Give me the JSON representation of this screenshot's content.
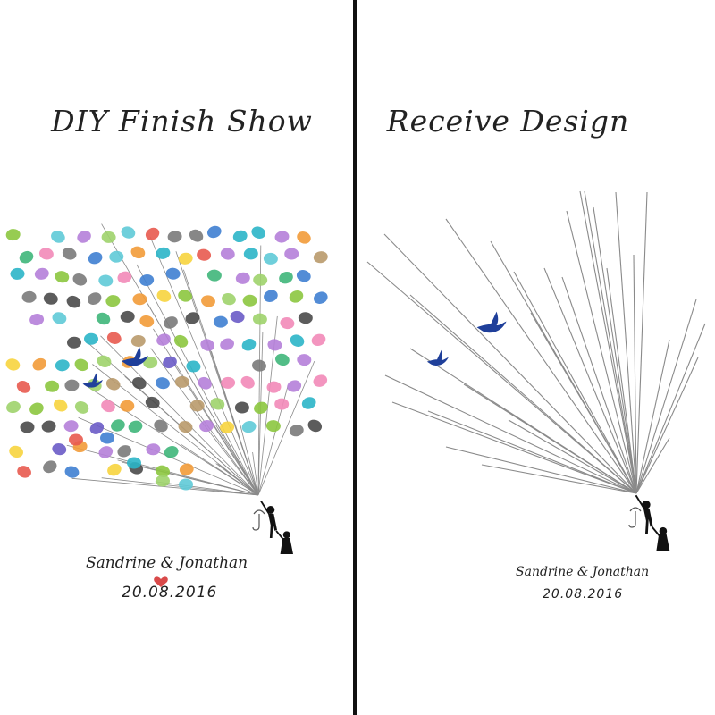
{
  "left_panel": {
    "title": "DIY Finish Show",
    "couple_names": "Sandrine & Jonathan",
    "date": "20.08.2016"
  },
  "right_panel": {
    "title": "Receive Design",
    "couple_names": "Sandrine & Jonathan",
    "date": "20.08.2016"
  },
  "colors": {
    "string": "#8a8a8a",
    "bird": "#1f3f9a",
    "heart": "#d94a4a",
    "divider": "#111111",
    "fingerprints": [
      "#e85a4f",
      "#f29b38",
      "#f7d43e",
      "#8cc63f",
      "#3fb67a",
      "#2bb5c8",
      "#3f7fd1",
      "#6a5bc7",
      "#b57fd9",
      "#f28ab8",
      "#7a7a7a",
      "#4a4a4a",
      "#b99a6b",
      "#9fd36b",
      "#5fcad7"
    ]
  },
  "icons": [
    "bird-icon",
    "umbrella-icon",
    "couple-silhouette-icon",
    "heart-icon"
  ]
}
